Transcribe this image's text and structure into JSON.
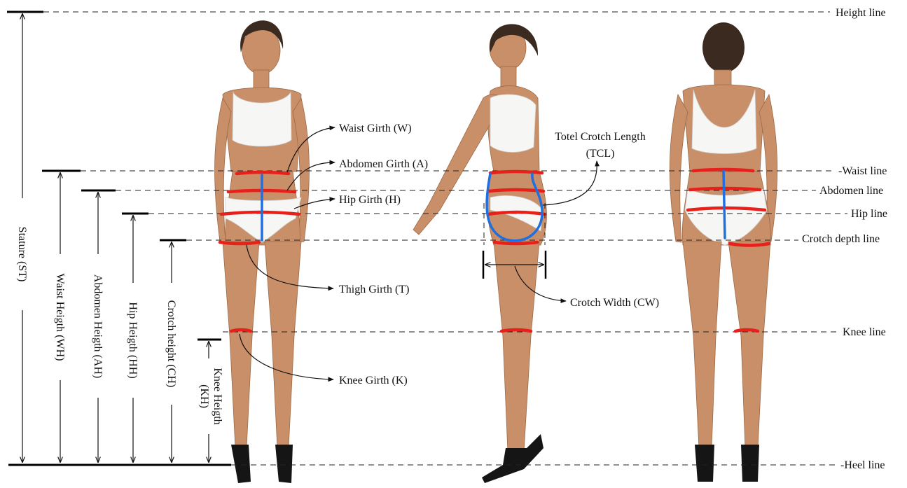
{
  "reference_lines": [
    {
      "label": "Height line"
    },
    {
      "label": "-Waist line"
    },
    {
      "label": "Abdomen line"
    },
    {
      "label": "Hip line"
    },
    {
      "label": "Crotch depth line"
    },
    {
      "label": "Knee line"
    },
    {
      "label": "-Heel line"
    }
  ],
  "height_measures": [
    {
      "label": "Stature (ST)"
    },
    {
      "label": "Waist Heigth (WH)"
    },
    {
      "label": "Abdomen Heigth (AH)"
    },
    {
      "label": "Hip Heigth (HH)"
    },
    {
      "label": "Crotch height (CH)"
    },
    {
      "label_line1": "Knee Heigth",
      "label_line2": "(KH)"
    }
  ],
  "girth_labels": {
    "waist": "Waist Girth (W)",
    "abdomen": "Abdomen Girth (A)",
    "hip": "Hip Girth (H)",
    "thigh": "Thigh Girth (T)",
    "knee": "Knee Girth (K)",
    "crotch_length_line1": "Totel Crotch Length",
    "crotch_length_line2": "(TCL)",
    "crotch_width": "Crotch Width (CW)"
  },
  "colors": {
    "girth_marker": "#e8201c",
    "length_marker": "#1f6fe0"
  }
}
